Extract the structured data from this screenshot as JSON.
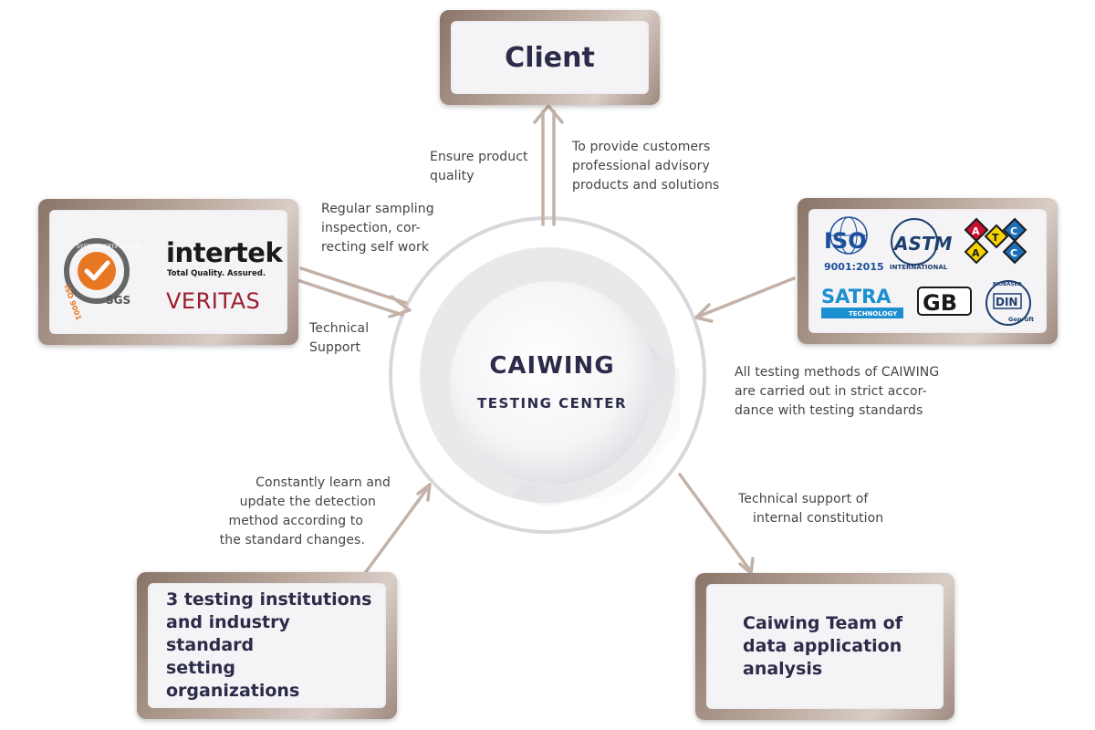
{
  "client": {
    "label": "Client"
  },
  "center": {
    "title": "CAIWING",
    "subtitle": "TESTING CENTER"
  },
  "labels": {
    "ensure_quality": [
      "Ensure product",
      "quality"
    ],
    "provide_customers": [
      "To provide customers",
      "professional advisory",
      "products and solutions"
    ],
    "regular_sampling": [
      "Regular sampling",
      "inspection, cor-",
      "recting self work"
    ],
    "technical_support": [
      "Technical",
      "Support"
    ],
    "all_testing": [
      "All testing methods of CAIWING",
      "are carried out in strict accor-",
      "dance with testing standards"
    ],
    "learn_update": [
      "Constantly learn and",
      "update the detection",
      "method according to",
      "the standard changes."
    ],
    "tech_internal": [
      "Technical support of",
      "internal constitution"
    ]
  },
  "boxes": {
    "institutions": [
      "3 testing institutions",
      "and industry standard",
      "setting organizations"
    ],
    "team": [
      "Caiwing Team of",
      "data application",
      "analysis"
    ]
  },
  "logos_left": {
    "sgs_ring_top": "SYSTEM CERTIFICATION",
    "sgs_ring_bottom": "ISO 9001",
    "sgs_name": "SGS",
    "intertek": "intertek",
    "intertek_tagline": "Total Quality. Assured.",
    "veritas": "VERITAS"
  },
  "logos_right": {
    "iso": "ISO",
    "iso_year": "9001:2015",
    "astm": "ASTM",
    "astm_sub": "INTERNATIONAL",
    "aatcc_a1": "A",
    "aatcc_a2": "A",
    "aatcc_t": "T",
    "aatcc_c1": "C",
    "aatcc_c2": "C",
    "satra": "SATRA",
    "satra_sub": "TECHNOLOGY",
    "gb": "GB",
    "din_top": "BIOBASED",
    "din": "DIN",
    "din_sub": "Geprüft"
  },
  "colors": {
    "arrow": "#c2b2a8",
    "frame": "#8a7468",
    "title": "#2c2c4a",
    "sgs_orange": "#e87722",
    "veritas_red": "#9b1c2e",
    "iso_blue": "#1c4f9c",
    "satra_blue": "#1c8fd0"
  }
}
